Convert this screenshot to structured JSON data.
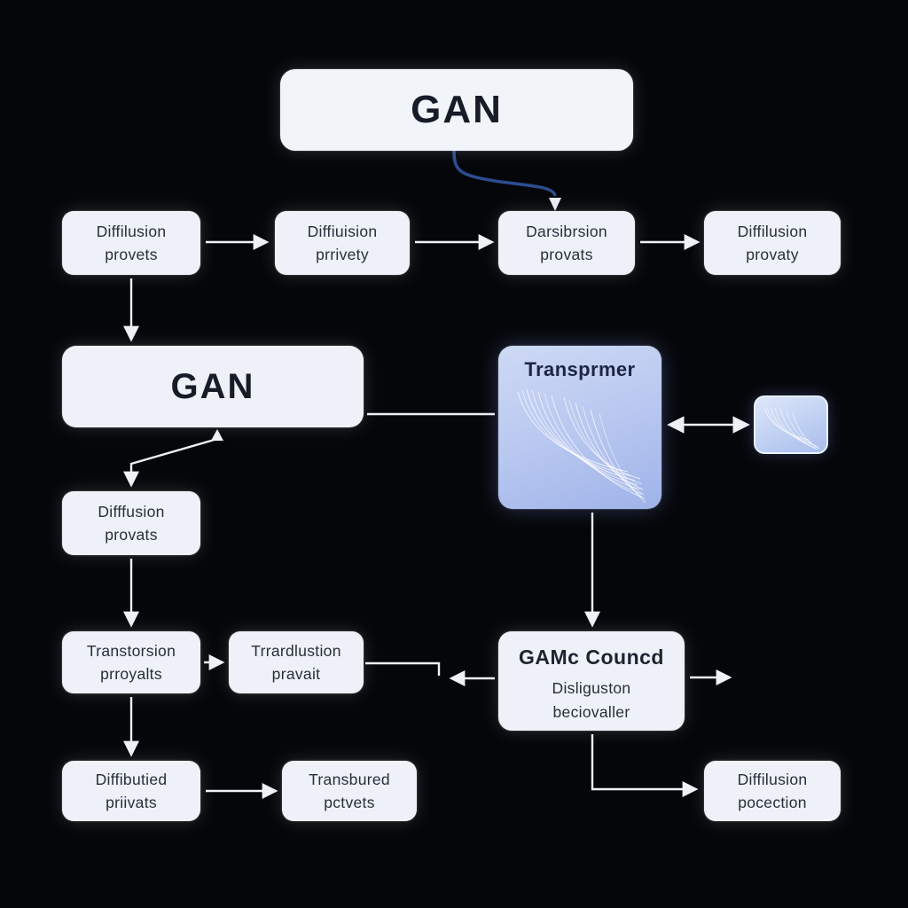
{
  "diagram": {
    "background": "#050609",
    "node_bg": "#eef1f7",
    "accent_blue_box_top": "#ced9f5",
    "accent_blue_box_bottom": "#9fb3e9",
    "arrow_color": "#eef1f6",
    "blue_curve_color": "#2d4c90",
    "nodes": {
      "top_gan": {
        "label": "GAN"
      },
      "row2_box1": {
        "line1": "Diffilusion",
        "line2": "provets"
      },
      "row2_box2": {
        "line1": "Diffiuision",
        "line2": "prrivety"
      },
      "row2_box3": {
        "line1": "Darsibrsion",
        "line2": "provats"
      },
      "row2_box4": {
        "line1": "Diffilusion",
        "line2": "provaty"
      },
      "mid_gan": {
        "label": "GAN"
      },
      "transformer": {
        "label": "Transprmer"
      },
      "diffusion_provats": {
        "line1": "Difffusion",
        "line2": "provats"
      },
      "transtorsion": {
        "line1": "Transtorsion",
        "line2": "prroyalts"
      },
      "trradlustion": {
        "line1": "Trrardlustion",
        "line2": "pravait"
      },
      "gamc": {
        "title": "GAMc Councd",
        "line1": "Disliguston",
        "line2": "beciovaller"
      },
      "diffibutied": {
        "line1": "Diffibutied",
        "line2": "priivats"
      },
      "transbured": {
        "line1": "Transbured",
        "line2": "pctvets"
      },
      "pocection": {
        "line1": "Diffilusion",
        "line2": "pocection"
      }
    }
  }
}
